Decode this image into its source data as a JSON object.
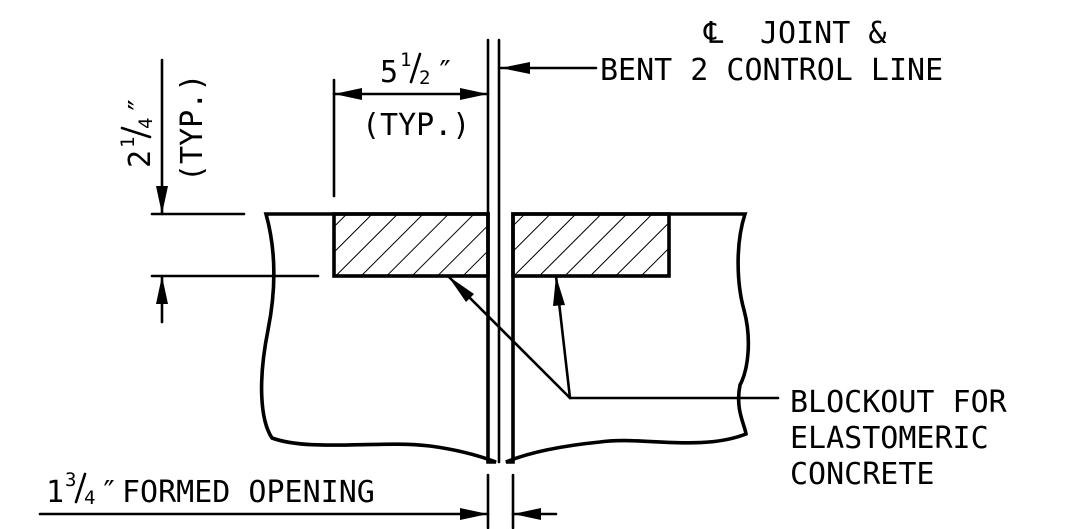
{
  "labels": {
    "centerline_joint": "JOINT &",
    "centerline_symbol": "℄",
    "bent_control_line": "BENT 2 CONTROL LINE",
    "width_whole": "5",
    "width_num": "1",
    "width_den": "2",
    "inch_mark": "″",
    "width_typ": "(TYP.)",
    "depth_whole": "2",
    "depth_num": "1",
    "depth_den": "4",
    "depth_typ": "(TYP.)",
    "opening_whole": "1",
    "opening_num": "3",
    "opening_den": "4",
    "opening_text": "FORMED OPENING",
    "blockout_line1": "BLOCKOUT FOR",
    "blockout_line2": "ELASTOMERIC",
    "blockout_line3": "CONCRETE"
  },
  "colors": {
    "ink": "#000000",
    "paper": "#ffffff"
  }
}
